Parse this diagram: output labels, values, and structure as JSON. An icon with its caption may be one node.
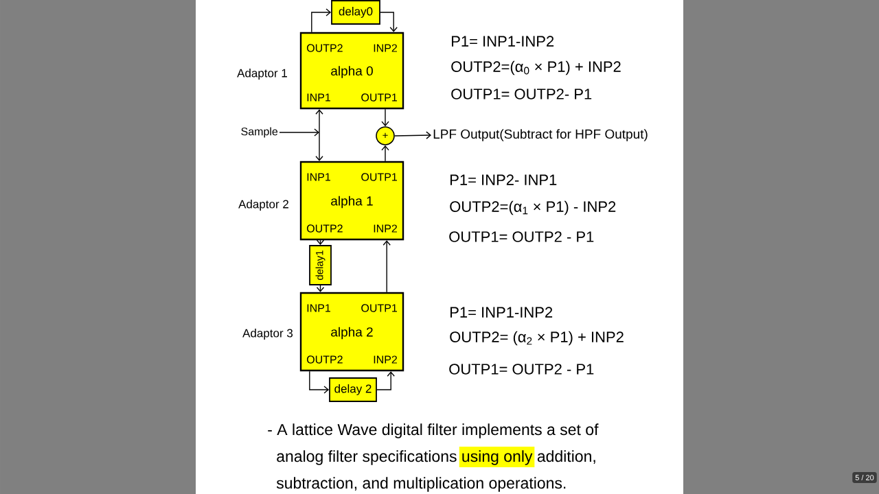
{
  "diagram": {
    "nodes": [
      {
        "text": [
          "delay0"
        ]
      },
      {
        "text": [
          "OUTP2",
          "INP2",
          "alpha 0",
          "INP1",
          "OUTP1"
        ],
        "beside": [
          "Adaptor 1"
        ]
      },
      {
        "text": [
          "Sample"
        ]
      },
      {
        "text": [
          "+"
        ]
      },
      {
        "text": [
          "LPF Output(Subtract for HPF Output)"
        ]
      },
      {
        "text": [
          "INP1",
          "OUTP1",
          "alpha 1",
          "OUTP2",
          "INP2"
        ],
        "beside": [
          "Adaptor 2"
        ]
      },
      {
        "text": [
          "delay1"
        ]
      },
      {
        "text": [
          "INP1",
          "OUTP1",
          "alpha 2",
          "OUTP2",
          "INP2"
        ],
        "beside": [
          "Adaptor 3"
        ]
      },
      {
        "text": [
          "delay 2"
        ]
      }
    ],
    "edges": [
      {
        "from": 1,
        "to": 0,
        "arrow": "to"
      },
      {
        "from": 0,
        "to": 1,
        "arrow": "to"
      },
      {
        "from": 2,
        "to": 1,
        "arrow": "to"
      },
      {
        "from": 2,
        "to": 5,
        "arrow": "to"
      },
      {
        "from": 1,
        "to": 3,
        "arrow": "to"
      },
      {
        "from": 5,
        "to": 3,
        "arrow": "to"
      },
      {
        "from": 3,
        "to": 4,
        "arrow": "to"
      },
      {
        "from": 5,
        "to": 6,
        "arrow": "to"
      },
      {
        "from": 6,
        "to": 7,
        "arrow": "to"
      },
      {
        "from": 7,
        "to": 5,
        "arrow": "to"
      },
      {
        "from": 7,
        "to": 8,
        "arrow": "to"
      },
      {
        "from": 8,
        "to": 7,
        "arrow": "to"
      }
    ],
    "labels": [
      "P1= INP1-INP2",
      "OUTP2=(α$_{0}$ × P1) + INP2",
      "OUTP1= OUTP2- P1",
      "P1= INP2- INP1",
      "OUTP2=(α$_{1}$ × P1) - INP2",
      "OUTP1= OUTP2 - P1",
      "P1= INP1-INP2",
      "OUTP2= (α$_{2}$ × P1) + INP2",
      "OUTP1= OUTP2 - P1",
      "- A lattice Wave digital filter implements a set of analog filter specifications **using only** addition, subtraction, and multiplication operations.",
      "5 / 20"
    ]
  }
}
